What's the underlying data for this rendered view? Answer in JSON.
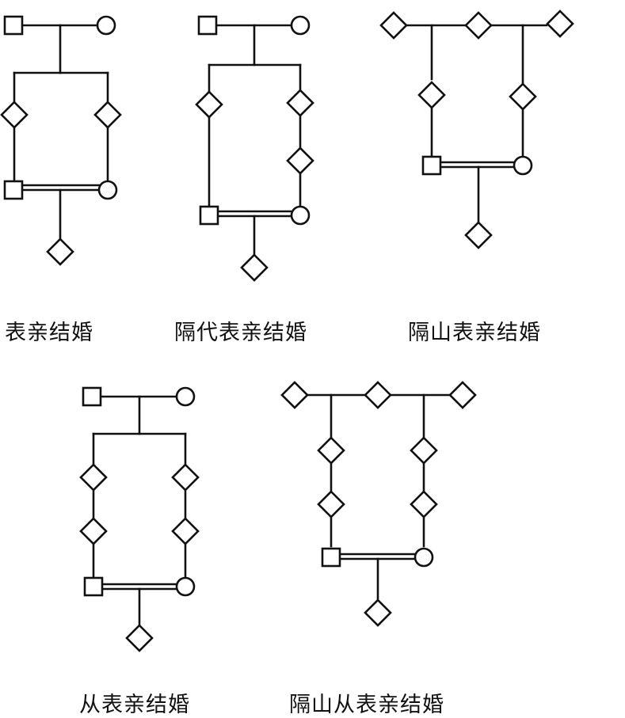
{
  "diagrams": [
    {
      "id": "d1",
      "caption": "表亲结婚"
    },
    {
      "id": "d2",
      "caption": "隔代表亲结婚"
    },
    {
      "id": "d3",
      "caption": "隔山表亲结婚"
    },
    {
      "id": "d4",
      "caption": "从表亲结婚"
    },
    {
      "id": "d5",
      "caption": "隔山从表亲结婚"
    }
  ],
  "legend": {
    "male": "square",
    "female": "circle",
    "unspecified_sex": "diamond",
    "consanguineous_marriage": "double line"
  }
}
